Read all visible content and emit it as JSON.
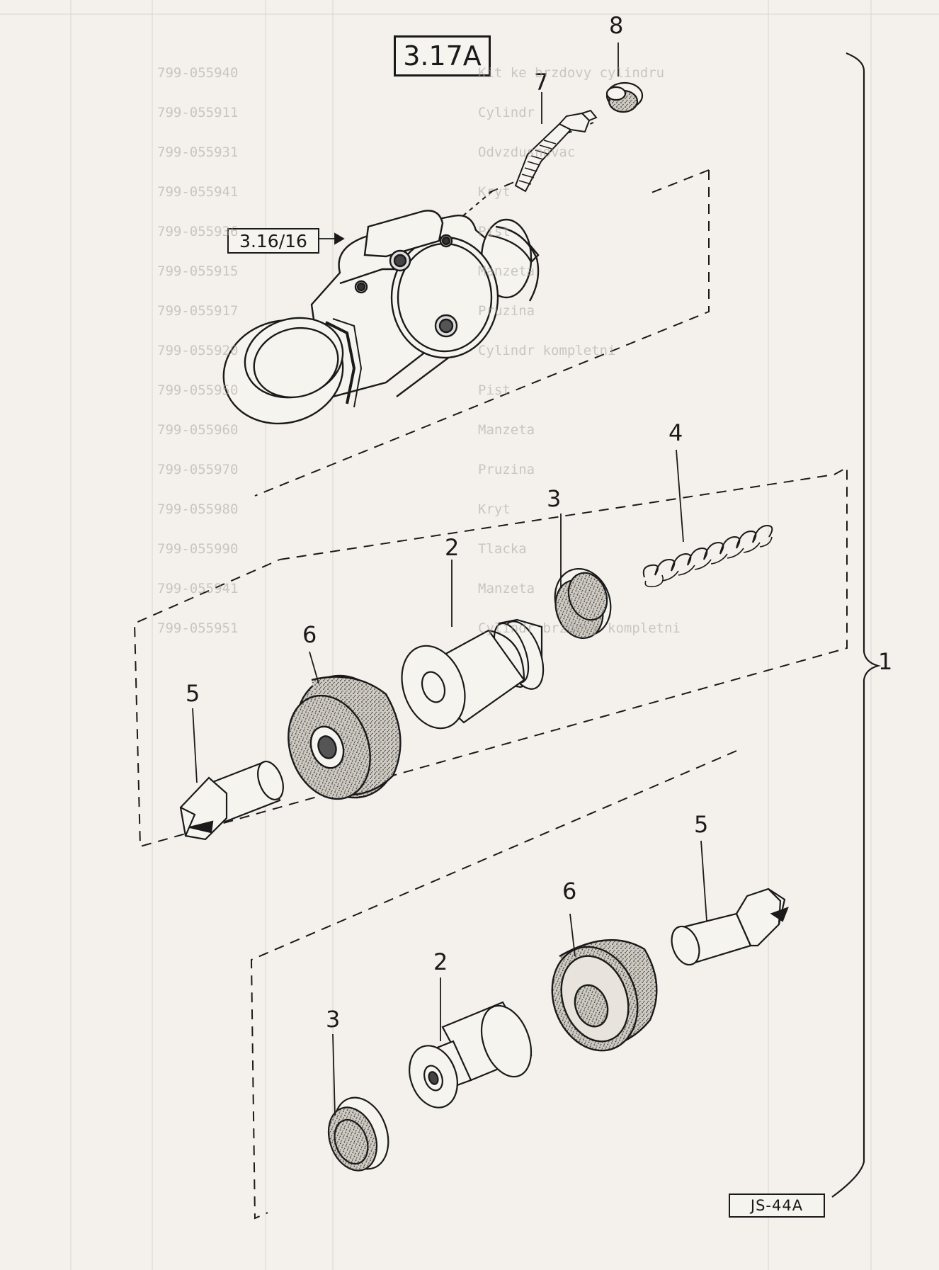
{
  "figure": {
    "title": "3.17A",
    "reference": "3.16/16",
    "drawing_code": "JS-44A"
  },
  "callouts": {
    "assembly": "1",
    "piston_upper": "2",
    "piston_lower": "2",
    "seal_upper": "3",
    "seal_lower": "3",
    "spring": "4",
    "tappet_upper": "5",
    "tappet_lower": "5",
    "boot_upper": "6",
    "boot_lower": "6",
    "bleed_screw": "7",
    "bleed_cap": "8"
  },
  "background_sheet": {
    "rows": [
      {
        "code": "799-055940",
        "text": "Kit ke brzdovy cylindru"
      },
      {
        "code": "799-055911",
        "text": "Cylindr"
      },
      {
        "code": "799-055931",
        "text": "Odvzdusnovac"
      },
      {
        "code": "799-055941",
        "text": "Kryt"
      },
      {
        "code": "799-055936",
        "text": "Pist"
      },
      {
        "code": "799-055915",
        "text": "Manzeta"
      },
      {
        "code": "799-055917",
        "text": "Pruzina"
      },
      {
        "code": "799-055920",
        "text": "Cylindr kompletni"
      },
      {
        "code": "799-055950",
        "text": "Pist"
      },
      {
        "code": "799-055960",
        "text": "Manzeta"
      },
      {
        "code": "799-055970",
        "text": "Pruzina"
      },
      {
        "code": "799-055980",
        "text": "Kryt"
      },
      {
        "code": "799-055990",
        "text": "Tlacka"
      },
      {
        "code": "799-055941",
        "text": "Manzeta"
      },
      {
        "code": "799-055951",
        "text": "Cylindr brzdovy kompletni"
      }
    ]
  }
}
